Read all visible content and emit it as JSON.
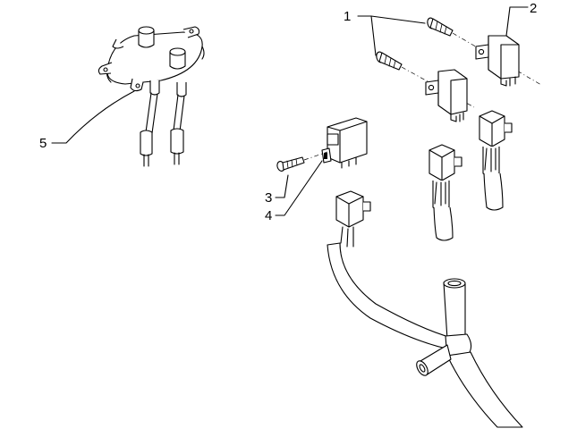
{
  "callouts": [
    {
      "number": "1"
    },
    {
      "number": "2"
    },
    {
      "number": "3"
    },
    {
      "number": "4"
    },
    {
      "number": "5"
    }
  ]
}
